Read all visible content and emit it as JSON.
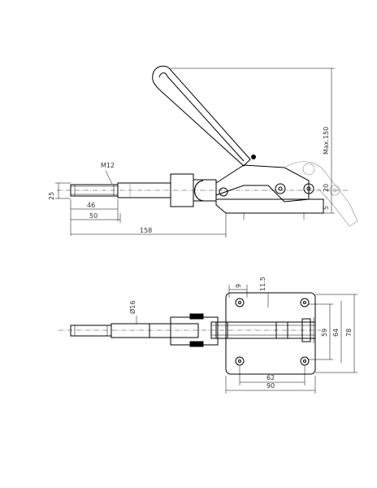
{
  "side_view": {
    "labels": {
      "thread": "M12",
      "dia_25": "25",
      "len_46": "46",
      "len_50": "50",
      "len_158": "158",
      "max_150": "Max.150",
      "small_5": "5",
      "small_20": "20"
    }
  },
  "top_view": {
    "labels": {
      "dia_16": "Ø16",
      "dim_9": "9",
      "dim_11_5": "11.5",
      "dim_59": "59",
      "dim_64": "64",
      "dim_78": "78",
      "dim_62": "62",
      "dim_90": "90"
    }
  }
}
